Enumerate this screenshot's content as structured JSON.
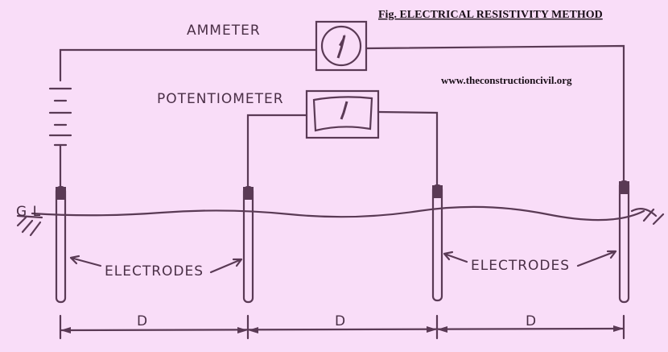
{
  "title": "Fig. ELECTRICAL RESISTIVITY METHOD",
  "website": "www.theconstructioncivil.org",
  "labels": {
    "ammeter": "AMMETER",
    "potentiometer": "POTENTIOMETER",
    "ground_level": "G L",
    "electrodes_left": "ELECTRODES",
    "electrodes_right": "ELECTRODES",
    "spacing": [
      "D",
      "D",
      "D"
    ]
  },
  "colors": {
    "background": "#f9ddf8",
    "ink": "#5a3a55"
  }
}
